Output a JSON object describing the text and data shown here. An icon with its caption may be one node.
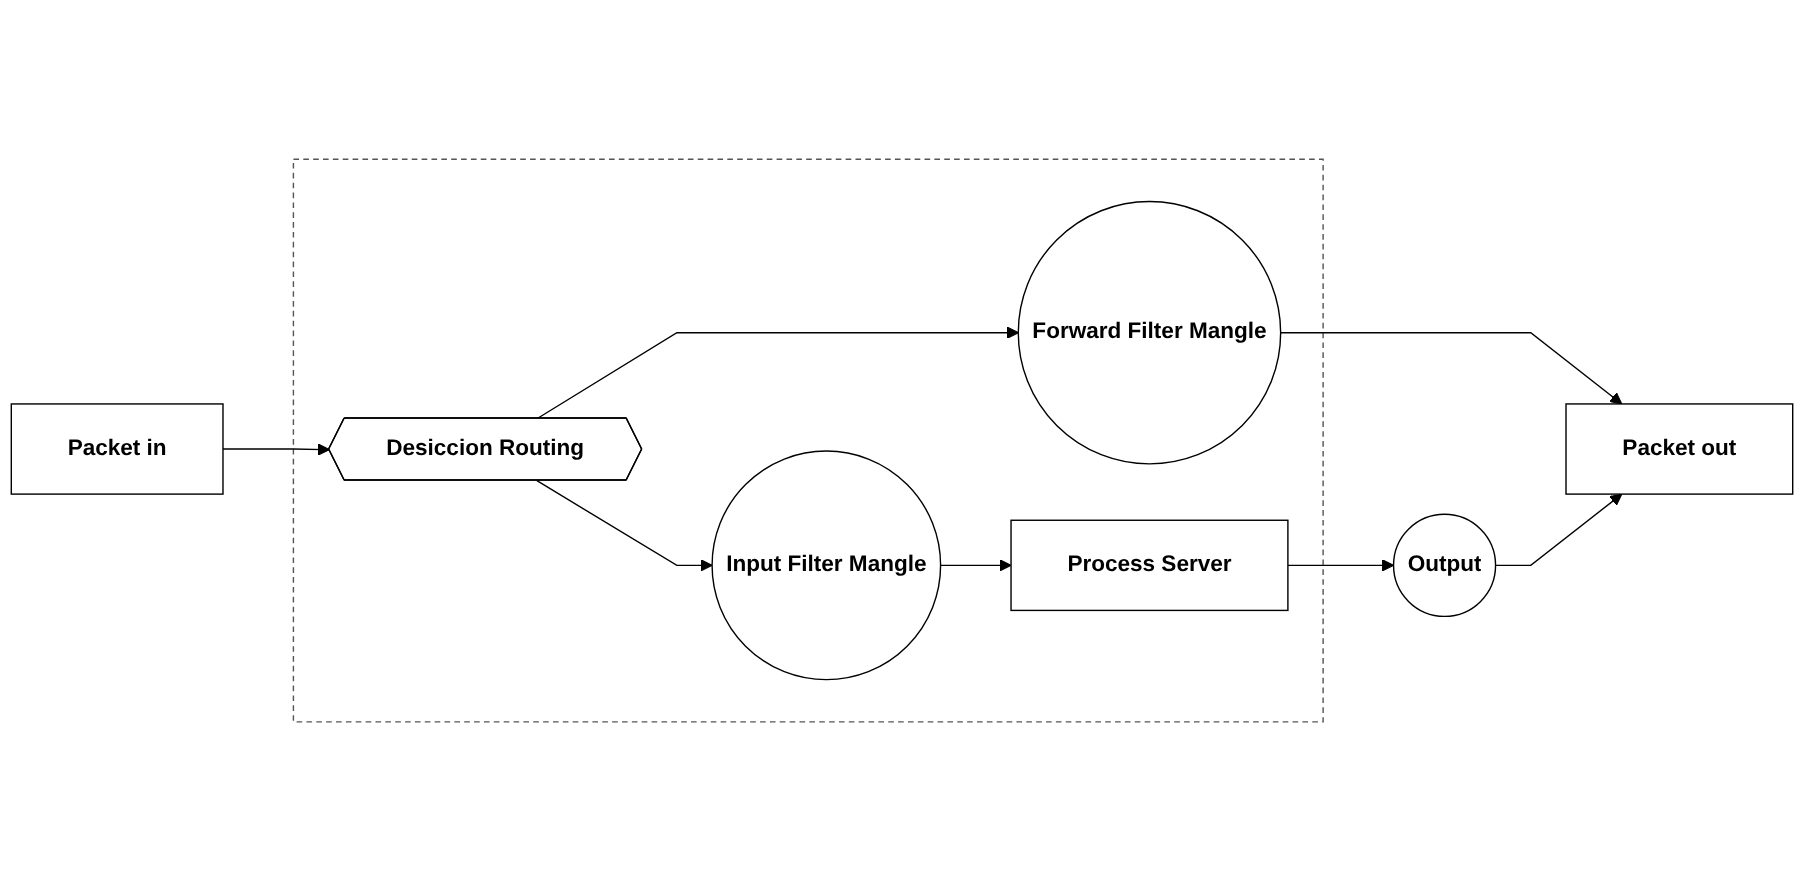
{
  "diagram": {
    "nodes": [
      {
        "text": [
          "Packet in"
        ]
      },
      {
        "text": [],
        "shape": "box"
      },
      {
        "text": [
          "Desiccion Routing"
        ],
        "in": 1
      },
      {
        "text": [
          "Forward Filter Mangle"
        ],
        "in": 1
      },
      {
        "text": [
          "Packet out"
        ]
      },
      {
        "text": [
          "Input Filter Mangle"
        ],
        "in": 1
      },
      {
        "text": [
          "Process Server"
        ],
        "in": 1
      },
      {
        "text": [
          "Output"
        ]
      }
    ],
    "edges": [
      {
        "from": 0,
        "to": 2,
        "arrow": "to"
      },
      {
        "from": 2,
        "to": 3,
        "arrow": "to"
      },
      {
        "from": 3,
        "to": 4,
        "arrow": "to"
      },
      {
        "from": 2,
        "to": 5,
        "arrow": "to"
      },
      {
        "from": 5,
        "to": 6,
        "arrow": "to"
      },
      {
        "from": 6,
        "to": 7,
        "arrow": "to"
      },
      {
        "from": 7,
        "to": 4,
        "arrow": "to"
      }
    ]
  }
}
